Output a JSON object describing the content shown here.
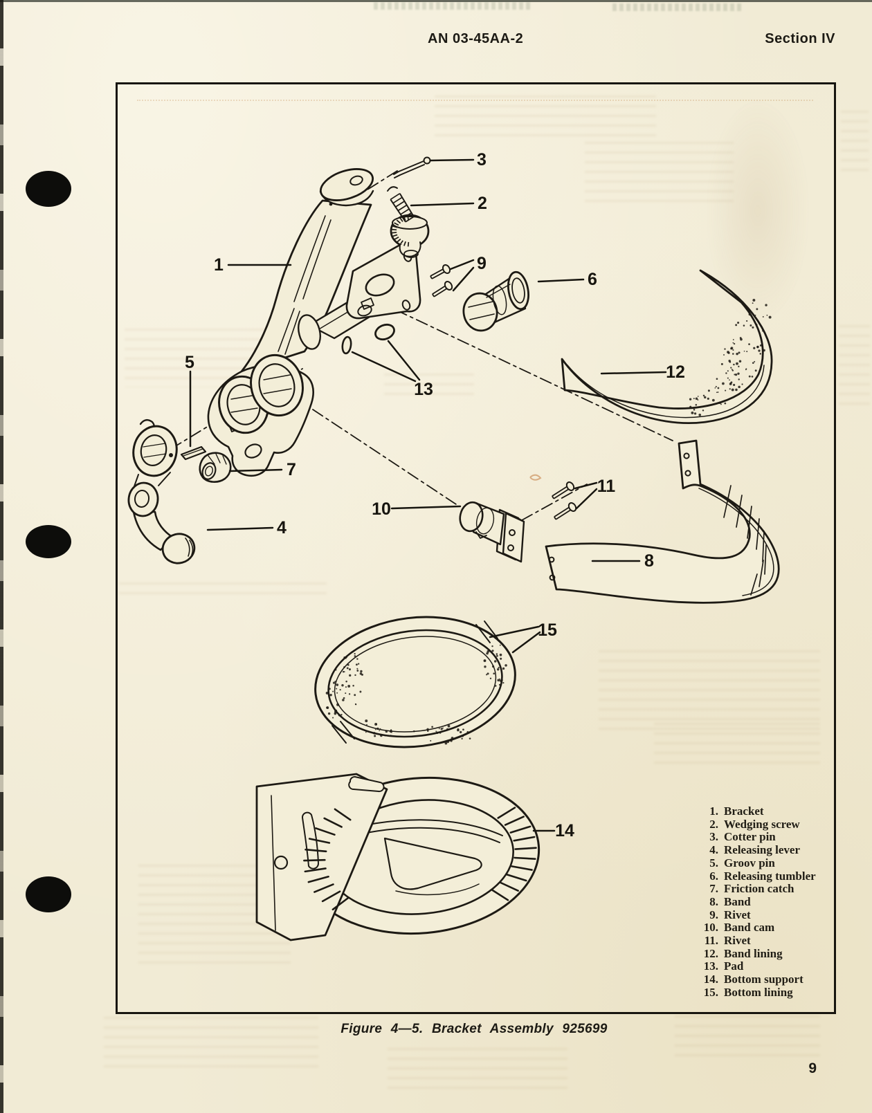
{
  "page": {
    "header": {
      "doc_number": "AN 03-45AA-2",
      "section": "Section IV"
    },
    "page_number": "9",
    "figure": {
      "caption": "Figure 4—5. Bracket Assembly 925699",
      "callouts": [
        "1",
        "2",
        "3",
        "4",
        "5",
        "6",
        "7",
        "8",
        "9",
        "10",
        "11",
        "12",
        "13",
        "14",
        "15"
      ],
      "parts_list": [
        {
          "num": "1.",
          "name": "Bracket"
        },
        {
          "num": "2.",
          "name": "Wedging screw"
        },
        {
          "num": "3.",
          "name": "Cotter pin"
        },
        {
          "num": "4.",
          "name": "Releasing lever"
        },
        {
          "num": "5.",
          "name": "Groov pin"
        },
        {
          "num": "6.",
          "name": "Releasing tumbler"
        },
        {
          "num": "7.",
          "name": "Friction catch"
        },
        {
          "num": "8.",
          "name": "Band"
        },
        {
          "num": "9.",
          "name": "Rivet"
        },
        {
          "num": "10.",
          "name": "Band cam"
        },
        {
          "num": "11.",
          "name": "Rivet"
        },
        {
          "num": "12.",
          "name": "Band lining"
        },
        {
          "num": "13.",
          "name": "Pad"
        },
        {
          "num": "14.",
          "name": "Bottom support"
        },
        {
          "num": "15.",
          "name": "Bottom lining"
        }
      ]
    }
  }
}
